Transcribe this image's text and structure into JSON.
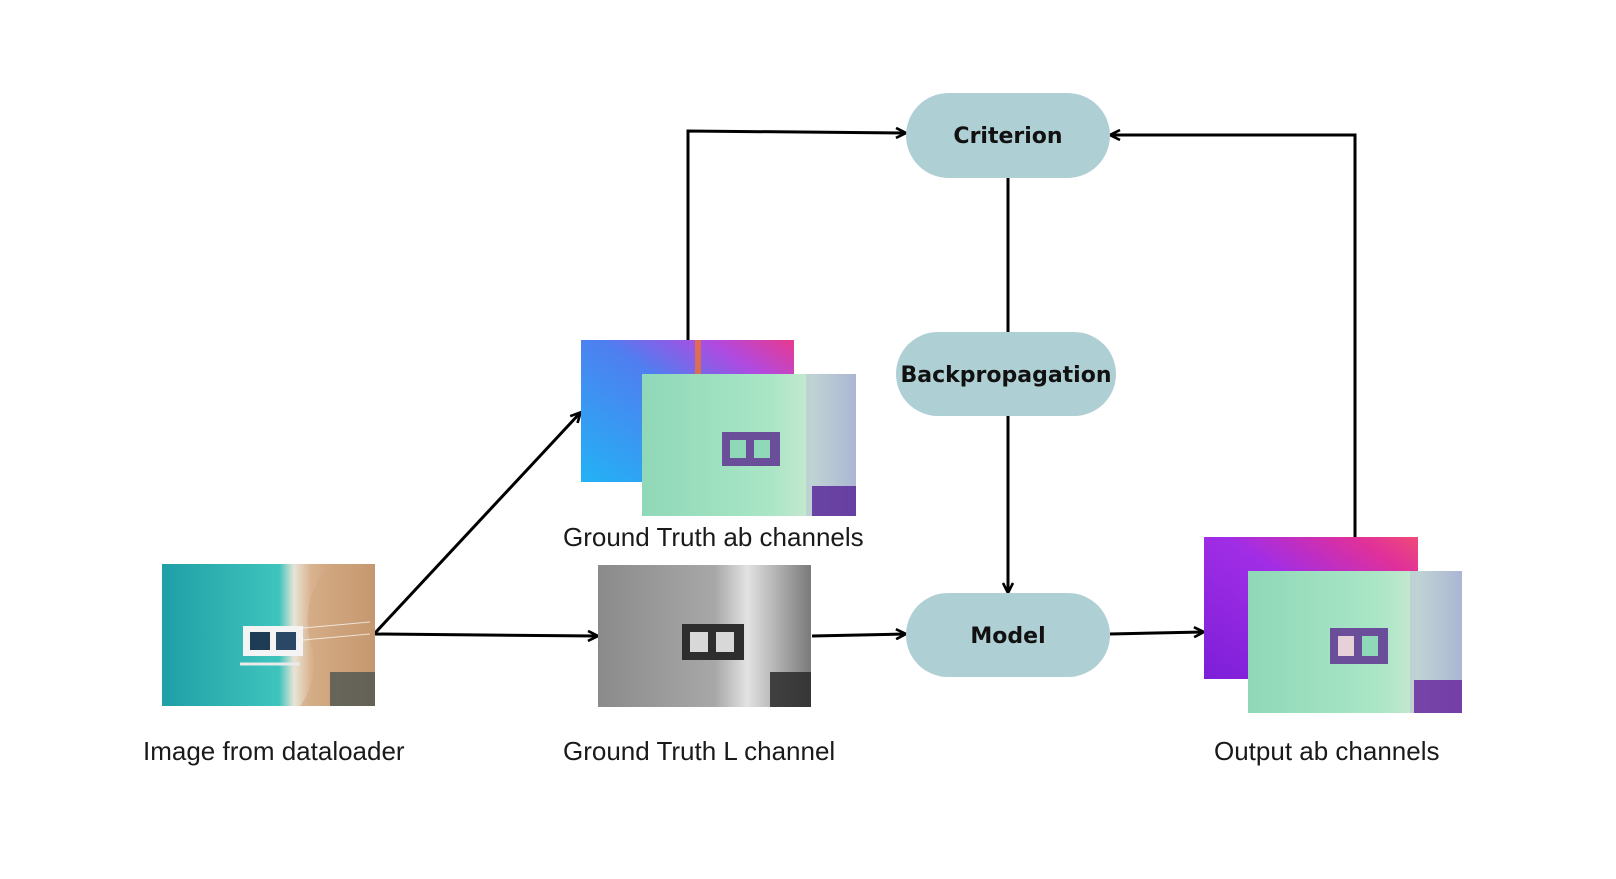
{
  "nodes": {
    "criterion": "Criterion",
    "backpropagation": "Backpropagation",
    "model": "Model"
  },
  "captions": {
    "input_image": "Image from dataloader",
    "gt_ab": "Ground Truth ab channels",
    "gt_l": "Ground Truth L channel",
    "output_ab": "Output ab channels"
  },
  "colors": {
    "pill": "#aecfd3",
    "arrow": "#000000",
    "sea": "#2bb5b0",
    "sand": "#d9b38f",
    "ab_blue": "#2aa6f2",
    "ab_magenta": "#e0308c",
    "ab_purple": "#8a2be2",
    "ab_mint": "#9fe0c0",
    "gray": "#9a9a9a"
  }
}
